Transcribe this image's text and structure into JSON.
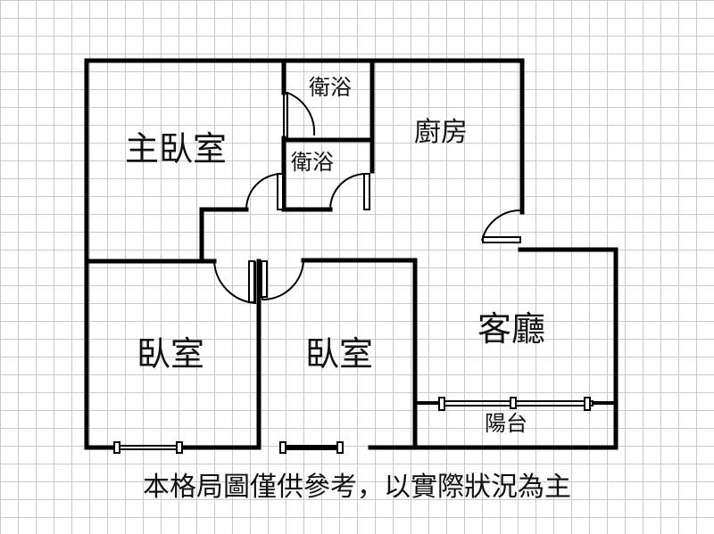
{
  "rooms": {
    "master_bedroom": "主臥室",
    "bathroom_1": "衛浴",
    "bathroom_2": "衛浴",
    "kitchen": "廚房",
    "living_room": "客廳",
    "bedroom_1": "臥室",
    "bedroom_2": "臥室",
    "balcony": "陽台"
  },
  "disclaimer": "本格局圖僅供參考，以實際狀況為主"
}
